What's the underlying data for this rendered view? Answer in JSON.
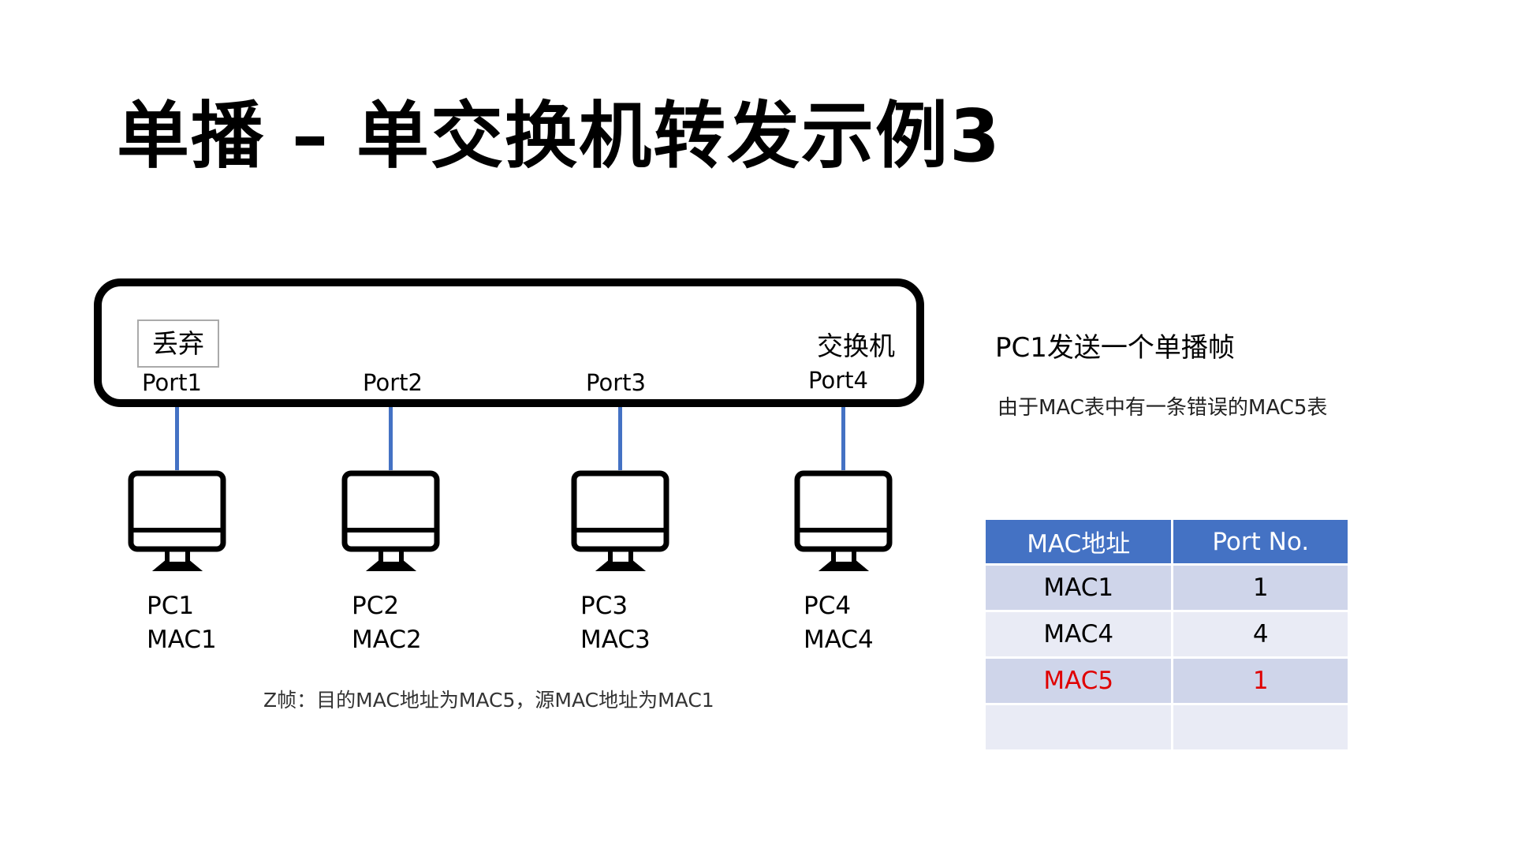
{
  "title": "单播 – 单交换机转发示例3",
  "switch": {
    "label": "交换机",
    "discard_label": "丢弃",
    "ports": [
      "Port1",
      "Port2",
      "Port3",
      "Port4"
    ]
  },
  "pcs": [
    {
      "name": "PC1",
      "mac": "MAC1"
    },
    {
      "name": "PC2",
      "mac": "MAC2"
    },
    {
      "name": "PC3",
      "mac": "MAC3"
    },
    {
      "name": "PC4",
      "mac": "MAC4"
    }
  ],
  "caption": "Z帧：目的MAC地址为MAC5，源MAC地址为MAC1",
  "notes": {
    "send": "PC1发送一个单播帧",
    "reason": "由于MAC表中有一条错误的MAC5表"
  },
  "mac_table": {
    "headers": [
      "MAC地址",
      "Port No."
    ],
    "rows": [
      {
        "mac": "MAC1",
        "port": "1"
      },
      {
        "mac": "MAC4",
        "port": "4"
      },
      {
        "mac": "MAC5",
        "port": "1"
      },
      {
        "mac": "",
        "port": ""
      }
    ]
  },
  "colors": {
    "link": "#4472C4",
    "header": "#4472C4",
    "error": "#E00000"
  }
}
